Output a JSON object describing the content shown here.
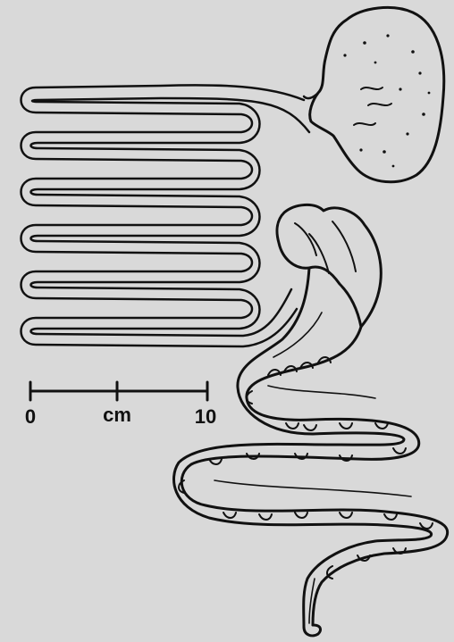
{
  "scale": {
    "start_label": "0",
    "unit_label": "cm",
    "end_label": "10"
  },
  "colors": {
    "background": "#d9d9d9",
    "ink": "#111111"
  }
}
